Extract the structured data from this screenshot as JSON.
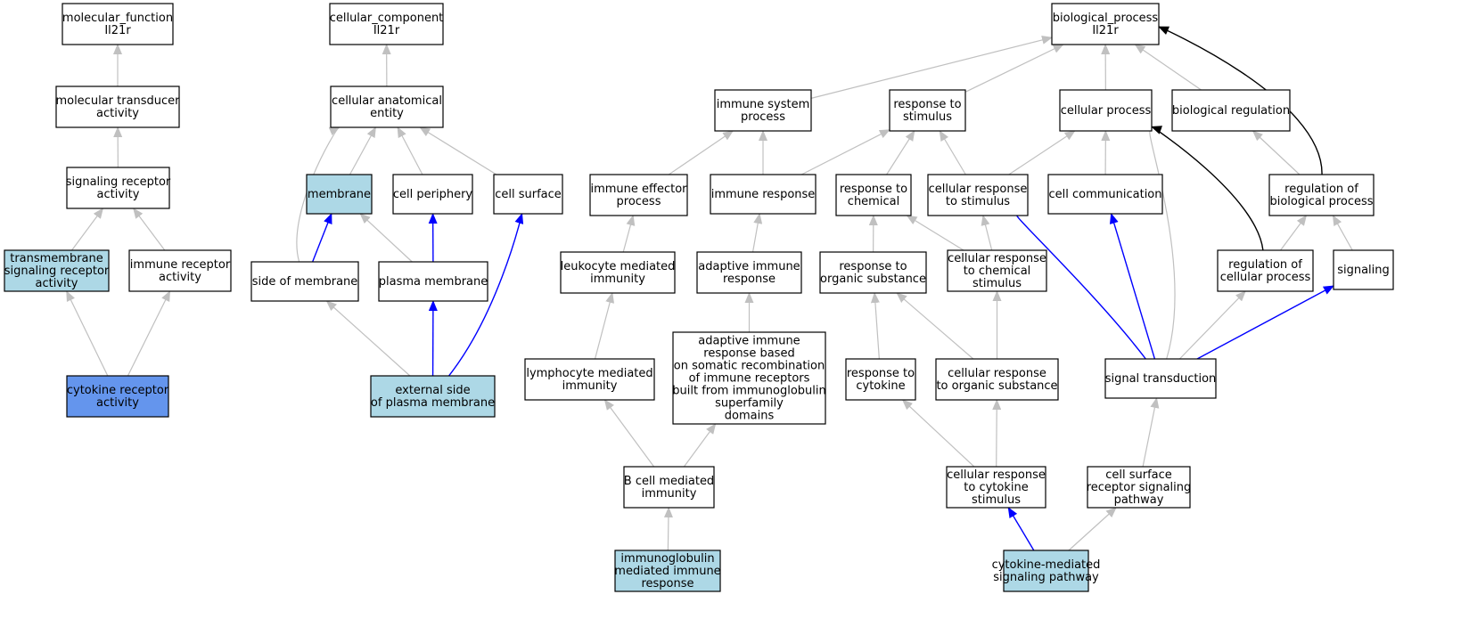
{
  "colors": {
    "gray_edge": "#c0c0c0",
    "blue_edge": "#0000ff",
    "black_edge": "#000000",
    "light_blue_fill": "#add8e6",
    "dark_blue_fill": "#6495ed",
    "white_fill": "#ffffff"
  },
  "nodes": [
    {
      "id": "mf_root",
      "lines": [
        "molecular_function",
        "Il21r"
      ],
      "fill": "white"
    },
    {
      "id": "mol_transducer",
      "lines": [
        "molecular transducer",
        "activity"
      ],
      "fill": "white"
    },
    {
      "id": "sig_receptor",
      "lines": [
        "signaling receptor",
        "activity"
      ],
      "fill": "white"
    },
    {
      "id": "tm_sig_receptor",
      "lines": [
        "transmembrane",
        "signaling receptor",
        "activity"
      ],
      "fill": "light"
    },
    {
      "id": "immune_receptor",
      "lines": [
        "immune receptor",
        "activity"
      ],
      "fill": "white"
    },
    {
      "id": "cytokine_receptor",
      "lines": [
        "cytokine receptor",
        "activity"
      ],
      "fill": "dark"
    },
    {
      "id": "cc_root",
      "lines": [
        "cellular_component",
        "Il21r"
      ],
      "fill": "white"
    },
    {
      "id": "cell_anat",
      "lines": [
        "cellular anatomical",
        "entity"
      ],
      "fill": "white"
    },
    {
      "id": "membrane",
      "lines": [
        "membrane"
      ],
      "fill": "light"
    },
    {
      "id": "cell_periphery",
      "lines": [
        "cell periphery"
      ],
      "fill": "white"
    },
    {
      "id": "cell_surface",
      "lines": [
        "cell surface"
      ],
      "fill": "white"
    },
    {
      "id": "side_membrane",
      "lines": [
        "side of membrane"
      ],
      "fill": "white"
    },
    {
      "id": "plasma_membrane",
      "lines": [
        "plasma membrane"
      ],
      "fill": "white"
    },
    {
      "id": "ext_side_pm",
      "lines": [
        "external side",
        "of plasma membrane"
      ],
      "fill": "light"
    },
    {
      "id": "bp_root",
      "lines": [
        "biological_process",
        "Il21r"
      ],
      "fill": "white"
    },
    {
      "id": "immune_sys",
      "lines": [
        "immune system",
        "process"
      ],
      "fill": "white"
    },
    {
      "id": "resp_stim",
      "lines": [
        "response to",
        "stimulus"
      ],
      "fill": "white"
    },
    {
      "id": "cell_process",
      "lines": [
        "cellular process"
      ],
      "fill": "white"
    },
    {
      "id": "bio_reg",
      "lines": [
        "biological regulation"
      ],
      "fill": "white"
    },
    {
      "id": "imm_effector",
      "lines": [
        "immune effector",
        "process"
      ],
      "fill": "white"
    },
    {
      "id": "imm_response",
      "lines": [
        "immune response"
      ],
      "fill": "white"
    },
    {
      "id": "resp_chem",
      "lines": [
        "response to",
        "chemical"
      ],
      "fill": "white"
    },
    {
      "id": "cell_resp_stim",
      "lines": [
        "cellular response",
        "to stimulus"
      ],
      "fill": "white"
    },
    {
      "id": "cell_comm",
      "lines": [
        "cell communication"
      ],
      "fill": "white"
    },
    {
      "id": "reg_bio",
      "lines": [
        "regulation of",
        "biological process"
      ],
      "fill": "white"
    },
    {
      "id": "leuk_imm",
      "lines": [
        "leukocyte mediated",
        "immunity"
      ],
      "fill": "white"
    },
    {
      "id": "adapt_imm",
      "lines": [
        "adaptive immune",
        "response"
      ],
      "fill": "white"
    },
    {
      "id": "resp_org",
      "lines": [
        "response to",
        "organic substance"
      ],
      "fill": "white"
    },
    {
      "id": "cell_resp_chem",
      "lines": [
        "cellular response",
        "to chemical",
        "stimulus"
      ],
      "fill": "white"
    },
    {
      "id": "reg_cell",
      "lines": [
        "regulation of",
        "cellular process"
      ],
      "fill": "white"
    },
    {
      "id": "signaling",
      "lines": [
        "signaling"
      ],
      "fill": "white"
    },
    {
      "id": "lymph_imm",
      "lines": [
        "lymphocyte mediated",
        "immunity"
      ],
      "fill": "white"
    },
    {
      "id": "adapt_somatic",
      "lines": [
        "adaptive immune",
        "response based",
        "on somatic recombination",
        "of immune receptors",
        "built from immunoglobulin",
        "superfamily",
        "domains"
      ],
      "fill": "white"
    },
    {
      "id": "resp_cytokine",
      "lines": [
        "response to",
        "cytokine"
      ],
      "fill": "white"
    },
    {
      "id": "cell_resp_org",
      "lines": [
        "cellular response",
        "to organic substance"
      ],
      "fill": "white"
    },
    {
      "id": "sig_trans",
      "lines": [
        "signal transduction"
      ],
      "fill": "white"
    },
    {
      "id": "bcell_imm",
      "lines": [
        "B cell mediated",
        "immunity"
      ],
      "fill": "white"
    },
    {
      "id": "cell_resp_cyt",
      "lines": [
        "cellular response",
        "to cytokine",
        "stimulus"
      ],
      "fill": "white"
    },
    {
      "id": "cs_receptor_path",
      "lines": [
        "cell surface",
        "receptor signaling",
        "pathway"
      ],
      "fill": "white"
    },
    {
      "id": "ig_immune",
      "lines": [
        "immunoglobulin",
        "mediated immune",
        "response"
      ],
      "fill": "light"
    },
    {
      "id": "cyt_signaling",
      "lines": [
        "cytokine-mediated",
        "signaling pathway"
      ],
      "fill": "light"
    }
  ],
  "edges": [
    {
      "from": "mol_transducer",
      "to": "mf_root",
      "color": "gray"
    },
    {
      "from": "sig_receptor",
      "to": "mol_transducer",
      "color": "gray"
    },
    {
      "from": "tm_sig_receptor",
      "to": "sig_receptor",
      "color": "gray"
    },
    {
      "from": "immune_receptor",
      "to": "sig_receptor",
      "color": "gray"
    },
    {
      "from": "cytokine_receptor",
      "to": "tm_sig_receptor",
      "color": "gray"
    },
    {
      "from": "cytokine_receptor",
      "to": "immune_receptor",
      "color": "gray"
    },
    {
      "from": "cell_anat",
      "to": "cc_root",
      "color": "gray"
    },
    {
      "from": "membrane",
      "to": "cell_anat",
      "color": "gray"
    },
    {
      "from": "cell_periphery",
      "to": "cell_anat",
      "color": "gray"
    },
    {
      "from": "cell_surface",
      "to": "cell_anat",
      "color": "gray"
    },
    {
      "from": "side_membrane",
      "to": "cell_anat",
      "color": "gray"
    },
    {
      "from": "side_membrane",
      "to": "membrane",
      "color": "blue"
    },
    {
      "from": "plasma_membrane",
      "to": "membrane",
      "color": "gray"
    },
    {
      "from": "plasma_membrane",
      "to": "cell_periphery",
      "color": "blue"
    },
    {
      "from": "ext_side_pm",
      "to": "side_membrane",
      "color": "gray"
    },
    {
      "from": "ext_side_pm",
      "to": "plasma_membrane",
      "color": "blue"
    },
    {
      "from": "ext_side_pm",
      "to": "cell_surface",
      "color": "blue"
    },
    {
      "from": "immune_sys",
      "to": "bp_root",
      "color": "gray"
    },
    {
      "from": "resp_stim",
      "to": "bp_root",
      "color": "gray"
    },
    {
      "from": "cell_process",
      "to": "bp_root",
      "color": "gray"
    },
    {
      "from": "bio_reg",
      "to": "bp_root",
      "color": "gray"
    },
    {
      "from": "reg_bio",
      "to": "bp_root",
      "color": "black"
    },
    {
      "from": "imm_effector",
      "to": "immune_sys",
      "color": "gray"
    },
    {
      "from": "imm_response",
      "to": "immune_sys",
      "color": "gray"
    },
    {
      "from": "imm_response",
      "to": "resp_stim",
      "color": "gray"
    },
    {
      "from": "resp_chem",
      "to": "resp_stim",
      "color": "gray"
    },
    {
      "from": "cell_resp_stim",
      "to": "resp_stim",
      "color": "gray"
    },
    {
      "from": "cell_resp_stim",
      "to": "cell_process",
      "color": "gray"
    },
    {
      "from": "cell_comm",
      "to": "cell_process",
      "color": "gray"
    },
    {
      "from": "reg_bio",
      "to": "bio_reg",
      "color": "gray"
    },
    {
      "from": "reg_cell",
      "to": "cell_process",
      "color": "black"
    },
    {
      "from": "sig_trans",
      "to": "cell_process",
      "color": "gray"
    },
    {
      "from": "leuk_imm",
      "to": "imm_effector",
      "color": "gray"
    },
    {
      "from": "adapt_imm",
      "to": "imm_response",
      "color": "gray"
    },
    {
      "from": "resp_org",
      "to": "resp_chem",
      "color": "gray"
    },
    {
      "from": "cell_resp_chem",
      "to": "resp_chem",
      "color": "gray"
    },
    {
      "from": "cell_resp_chem",
      "to": "cell_resp_stim",
      "color": "gray"
    },
    {
      "from": "reg_cell",
      "to": "reg_bio",
      "color": "gray"
    },
    {
      "from": "signaling",
      "to": "reg_bio",
      "color": "gray"
    },
    {
      "from": "lymph_imm",
      "to": "leuk_imm",
      "color": "gray"
    },
    {
      "from": "adapt_somatic",
      "to": "adapt_imm",
      "color": "gray"
    },
    {
      "from": "resp_cytokine",
      "to": "resp_org",
      "color": "gray"
    },
    {
      "from": "cell_resp_org",
      "to": "resp_org",
      "color": "gray"
    },
    {
      "from": "cell_resp_org",
      "to": "cell_resp_chem",
      "color": "gray"
    },
    {
      "from": "sig_trans",
      "to": "cell_resp_stim",
      "color": "blue"
    },
    {
      "from": "sig_trans",
      "to": "cell_comm",
      "color": "blue"
    },
    {
      "from": "sig_trans",
      "to": "reg_cell",
      "color": "gray"
    },
    {
      "from": "sig_trans",
      "to": "signaling",
      "color": "blue"
    },
    {
      "from": "bcell_imm",
      "to": "lymph_imm",
      "color": "gray"
    },
    {
      "from": "bcell_imm",
      "to": "adapt_somatic",
      "color": "gray"
    },
    {
      "from": "cell_resp_cyt",
      "to": "resp_cytokine",
      "color": "gray"
    },
    {
      "from": "cell_resp_cyt",
      "to": "cell_resp_org",
      "color": "gray"
    },
    {
      "from": "cs_receptor_path",
      "to": "sig_trans",
      "color": "gray"
    },
    {
      "from": "ig_immune",
      "to": "bcell_imm",
      "color": "gray"
    },
    {
      "from": "cyt_signaling",
      "to": "cell_resp_cyt",
      "color": "blue"
    },
    {
      "from": "cyt_signaling",
      "to": "cs_receptor_path",
      "color": "gray"
    }
  ]
}
